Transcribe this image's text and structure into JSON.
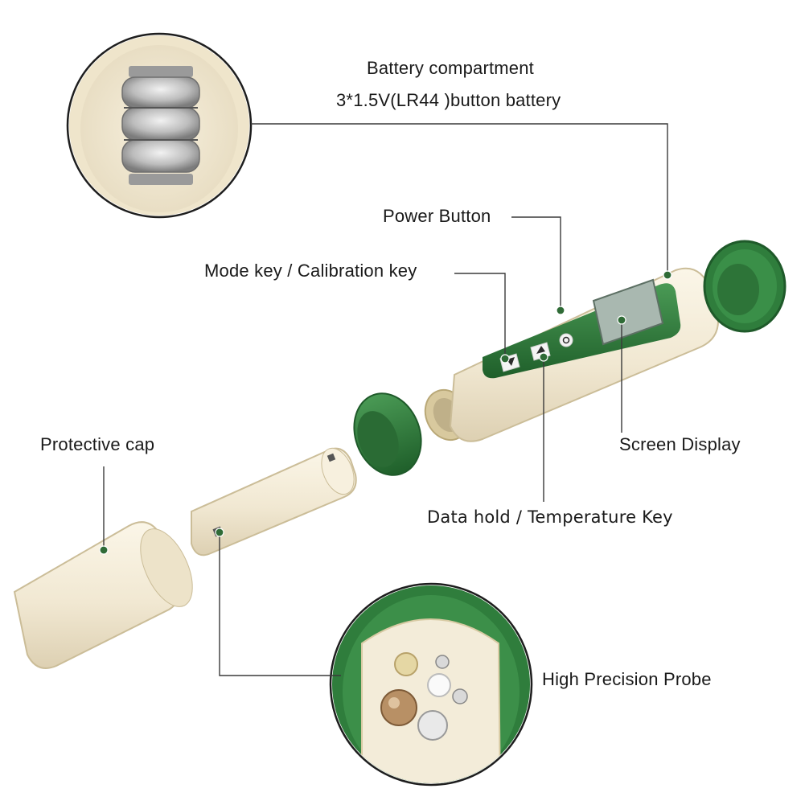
{
  "labels": {
    "battery_title": "Battery compartment",
    "battery_spec": "3*1.5V(LR44 )button battery",
    "power_button": "Power Button",
    "mode_key": "Mode key / Calibration key",
    "protective_cap": "Protective cap",
    "screen_display": "Screen Display",
    "data_hold": "Data hold / Temperature Key",
    "probe": "High Precision Probe"
  },
  "colors": {
    "body": "#f3ecd9",
    "body_shade": "#e2d7bd",
    "green": "#2f7d3c",
    "green_dark": "#1f5a2a",
    "green_panel": "#3f8a4b",
    "lcd": "#a9b8b0",
    "leader_line": "#3a3a3a",
    "dot": "#2f6b36"
  }
}
